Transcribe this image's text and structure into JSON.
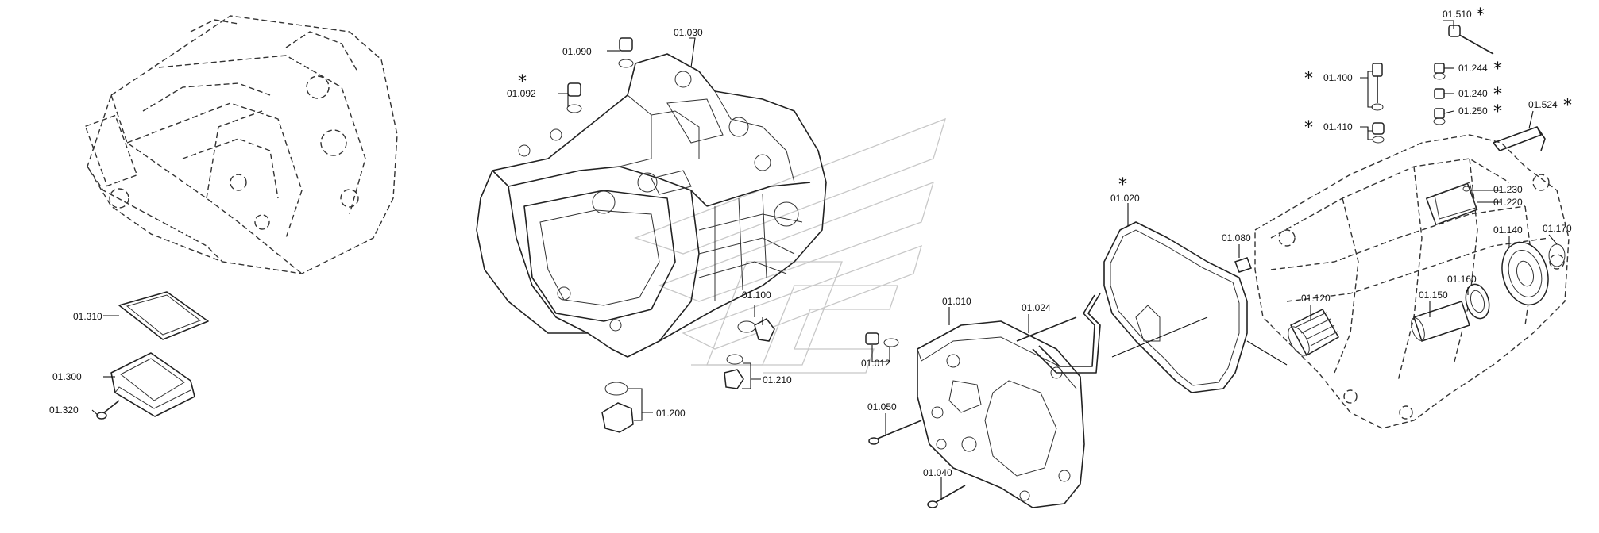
{
  "labels": {
    "p01_030": "01.030",
    "p01_090": "01.090",
    "p01_092": "01.092",
    "p01_100": "01.100",
    "p01_200": "01.200",
    "p01_210": "01.210",
    "p01_310": "01.310",
    "p01_300": "01.300",
    "p01_320": "01.320",
    "p01_010": "01.010",
    "p01_012": "01.012",
    "p01_050": "01.050",
    "p01_040": "01.040",
    "p01_024": "01.024",
    "p01_020": "01.020",
    "p01_080": "01.080",
    "p01_120": "01.120",
    "p01_150": "01.150",
    "p01_160": "01.160",
    "p01_140": "01.140",
    "p01_170": "01.170",
    "p01_230": "01.230",
    "p01_220": "01.220",
    "p01_510": "01.510",
    "p01_244": "01.244",
    "p01_240": "01.240",
    "p01_250": "01.250",
    "p01_400": "01.400",
    "p01_410": "01.410",
    "p01_524": "01.524"
  },
  "asterisk": "*",
  "icons": {
    "left_housing": "gearbox-housing-phantom-icon",
    "main_housing": "gearbox-housing-icon",
    "intermediate_plate": "intermediate-plate-icon",
    "gasket": "gasket-icon",
    "right_housing": "gearbox-housing-assembly-icon",
    "watermark": "brand-watermark-icon"
  }
}
